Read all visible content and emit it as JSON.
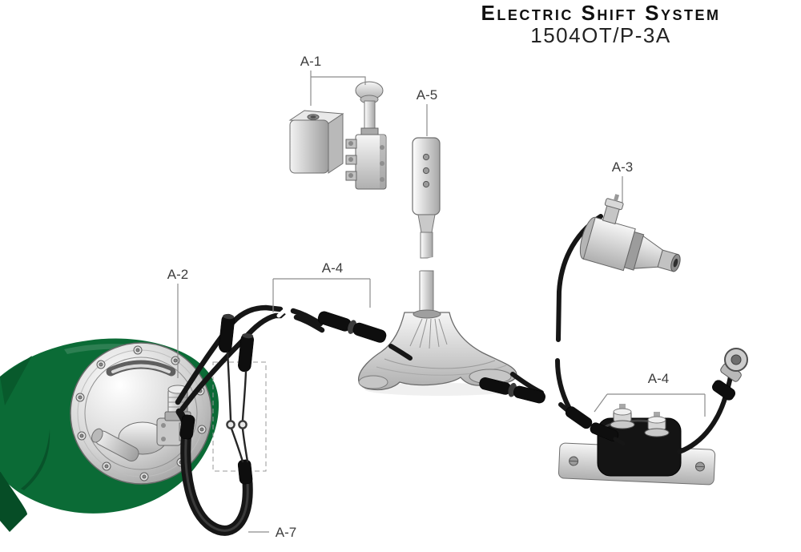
{
  "header": {
    "title": "Electric Shift System",
    "model": "1504OT/P-3A"
  },
  "labels": {
    "a1": "A-1",
    "a2": "A-2",
    "a3": "A-3",
    "a4_left": "A-4",
    "a4_right": "A-4",
    "a5": "A-5",
    "a7": "A-7"
  },
  "colors": {
    "cloth_green": "#0b6b36",
    "cable_black": "#161616",
    "leader_gray": "#8c8c8c",
    "metal_light": "#e8e8e8",
    "metal_dark": "#9a9a9a",
    "label_text": "#3d3d3d"
  }
}
